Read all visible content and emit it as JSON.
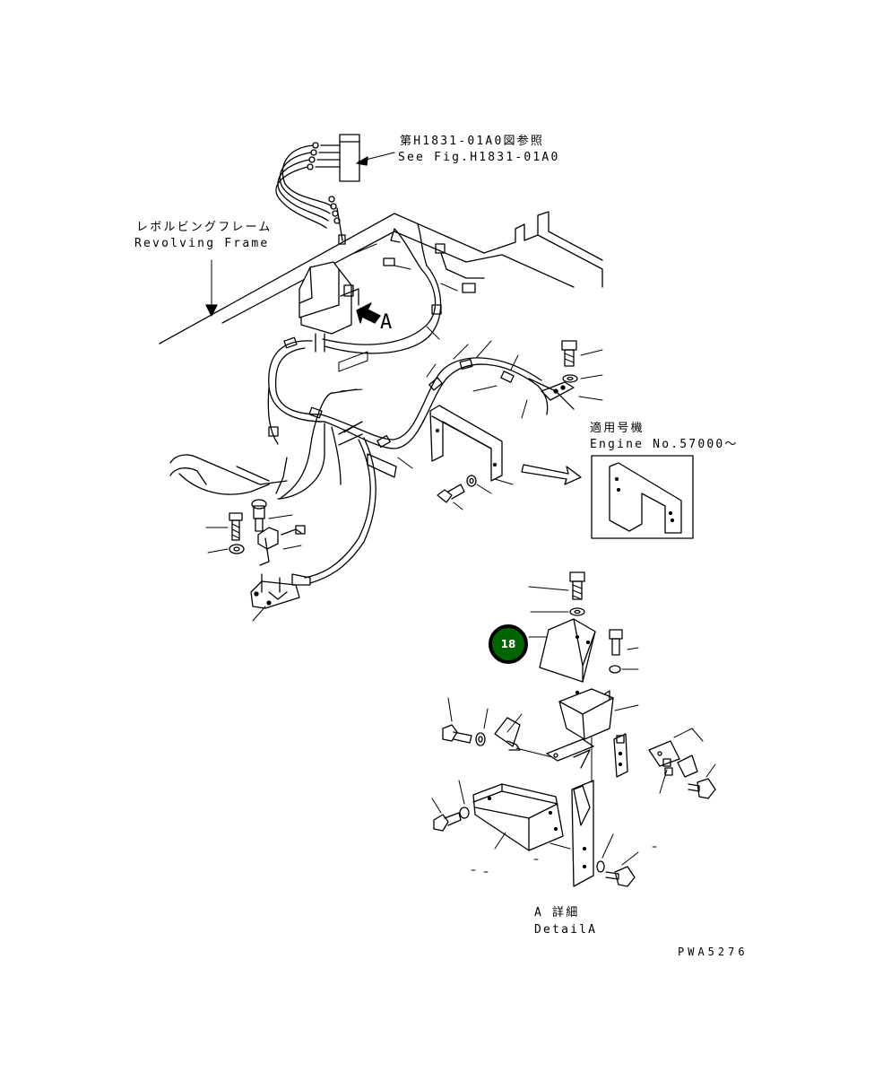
{
  "labels": {
    "see_fig_jp": "第H1831-01A0図参照",
    "see_fig_en": "See Fig.H1831-01A0",
    "frame_jp": "レボルビングフレーム",
    "frame_en": "Revolving Frame",
    "view_a": "A",
    "applicable_jp": "適用号機",
    "engine_no": "Engine No.57000～",
    "detail_jp": "A 詳細",
    "detail_en": "DetailA",
    "drawing_code": "PWA5276"
  },
  "callout": {
    "number": "18",
    "fill_color": "#006400",
    "border_color": "#000000",
    "text_color": "#ffffff"
  },
  "colors": {
    "line": "#000000",
    "background": "#ffffff"
  }
}
